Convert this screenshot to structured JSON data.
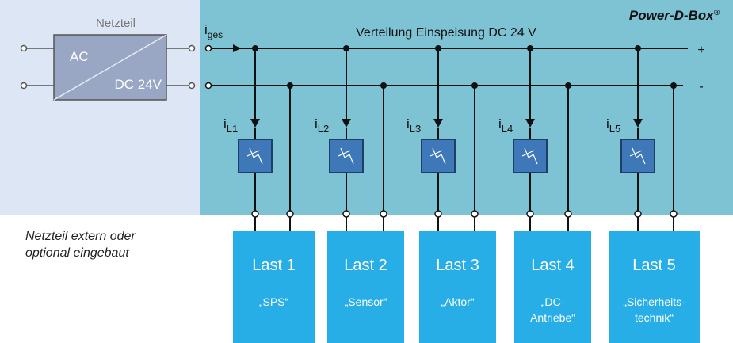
{
  "brand": "Power-D-Box",
  "brand_mark": "®",
  "psu": {
    "title": "Netzteil",
    "ac_label": "AC",
    "dc_label": "DC 24V"
  },
  "bus": {
    "current_symbol": "i",
    "current_subscript": "ges",
    "title": "Verteilung Einspeisung DC 24 V",
    "plus": "+",
    "minus": "-"
  },
  "note": {
    "line1": "Netzteil extern oder",
    "line2": "optional eingebaut"
  },
  "channels": [
    {
      "symbol": "i",
      "sub": "L1",
      "title": "Last 1",
      "subtitle": "„SPS“"
    },
    {
      "symbol": "i",
      "sub": "L2",
      "title": "Last 2",
      "subtitle": "„Sensor“"
    },
    {
      "symbol": "i",
      "sub": "L3",
      "title": "Last 3",
      "subtitle": "„Aktor“"
    },
    {
      "symbol": "i",
      "sub": "L4",
      "title": "Last 4",
      "subtitle": "„DC-\nAntriebe“"
    },
    {
      "symbol": "i",
      "sub": "L5",
      "title": "Last 5",
      "subtitle": "„Sicherheits-\ntechnik“"
    }
  ],
  "colors": {
    "psu_zone": "#dde6f4",
    "box_zone": "#7ec3d3",
    "fuse_fill": "#3f78b8",
    "load_fill": "#27aee6"
  }
}
